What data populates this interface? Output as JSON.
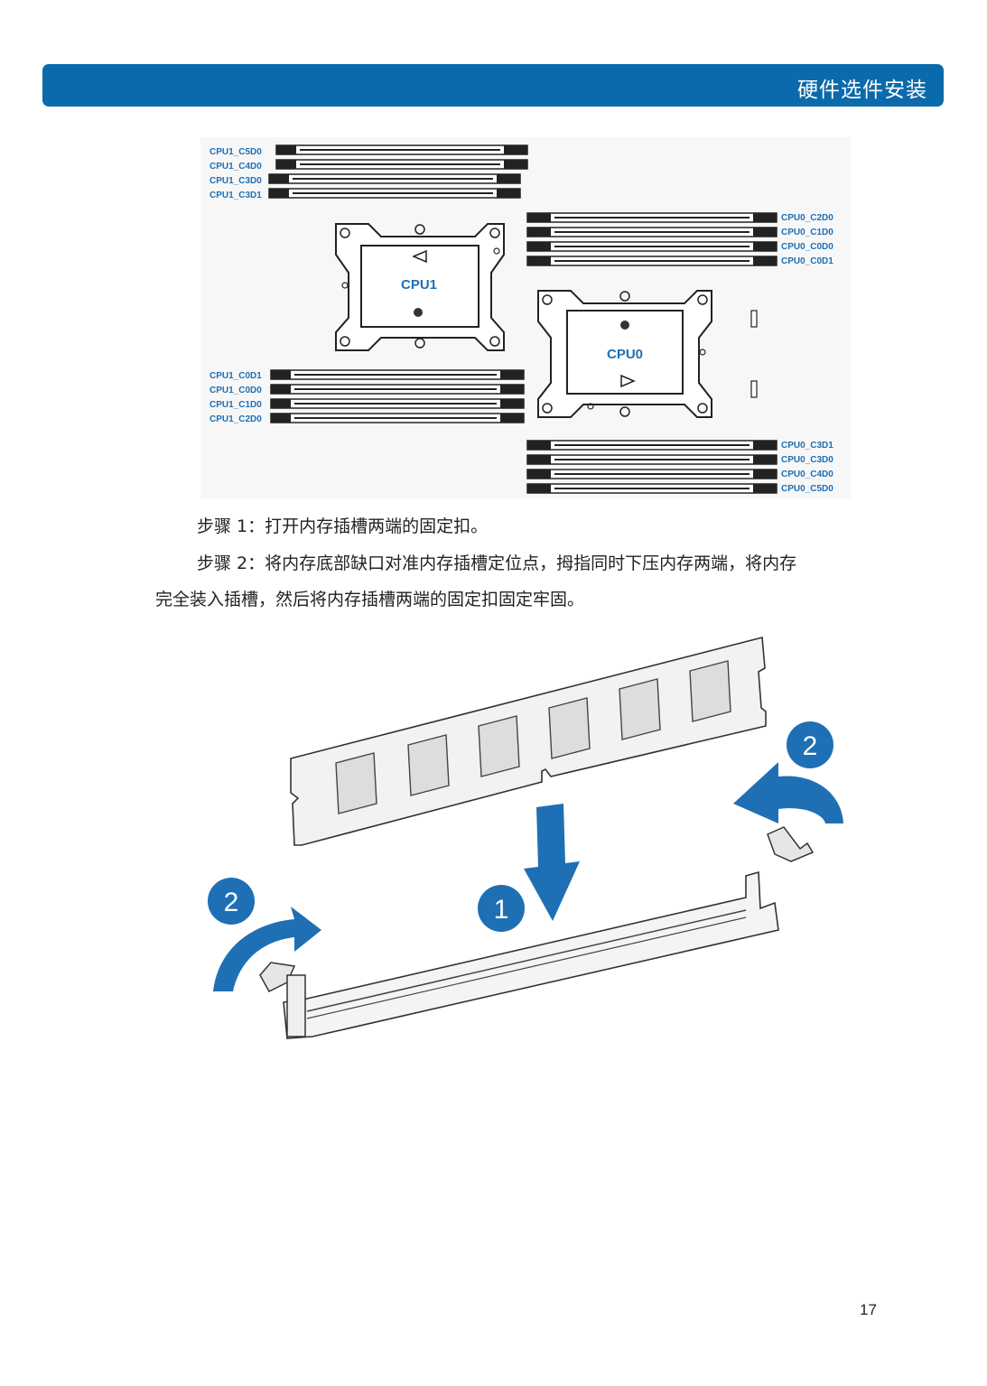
{
  "header": {
    "title": "硬件选件安装"
  },
  "figure_top": {
    "cpu1_label": "CPU1",
    "cpu0_label": "CPU0",
    "cpu1_top_slots": [
      "CPU1_C5D0",
      "CPU1_C4D0",
      "CPU1_C3D0",
      "CPU1_C3D1"
    ],
    "cpu1_bottom_slots": [
      "CPU1_C0D1",
      "CPU1_C0D0",
      "CPU1_C1D0",
      "CPU1_C2D0"
    ],
    "cpu0_top_slots": [
      "CPU0_C2D0",
      "CPU0_C1D0",
      "CPU0_C0D0",
      "CPU0_C0D1"
    ],
    "cpu0_bottom_slots": [
      "CPU0_C3D1",
      "CPU0_C3D0",
      "CPU0_C4D0",
      "CPU0_C5D0"
    ]
  },
  "steps": {
    "step1": "步骤 1：打开内存插槽两端的固定扣。",
    "step2_line1": "步骤 2：将内存底部缺口对准内存插槽定位点，拇指同时下压内存两端，将内存",
    "step2_line2": "完全装入插槽，然后将内存插槽两端的固定扣固定牢固。"
  },
  "figure_bottom": {
    "callout_1": "1",
    "callout_2_left": "2",
    "callout_2_right": "2",
    "accent_color": "#1f6fb5"
  },
  "footer": {
    "page_number": "17"
  }
}
